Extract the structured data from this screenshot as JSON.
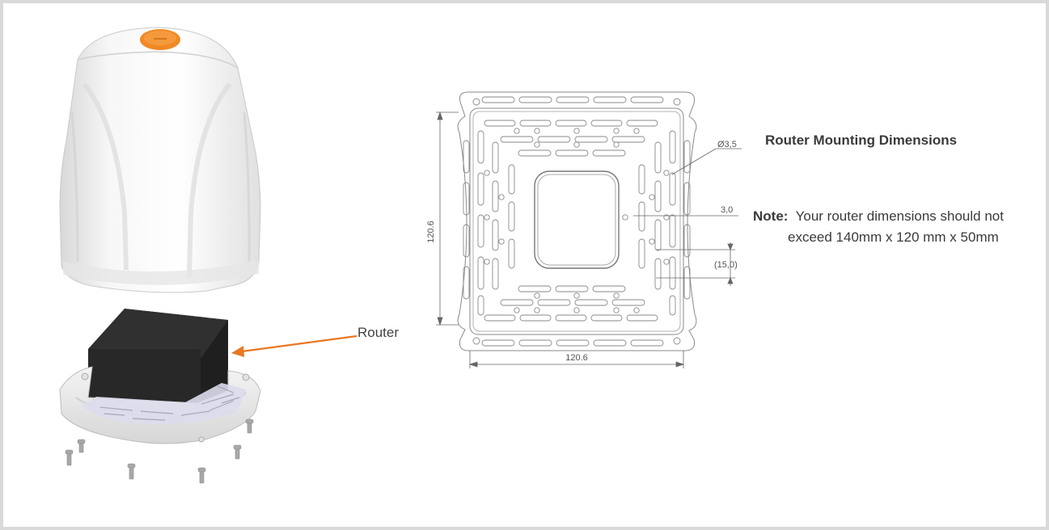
{
  "callouts": {
    "router_label": "Router"
  },
  "drawing": {
    "dim_height": "120.6",
    "dim_width": "120.6",
    "dim_hole_diameter": "Ø3,5",
    "dim_slot": "3,0",
    "dim_spacing": "(15,0)"
  },
  "info": {
    "title": "Router Mounting Dimensions",
    "note_label": "Note:",
    "note_line1": "Your router dimensions should not",
    "note_line2": "exceed 140mm x 120 mm x 50mm"
  },
  "colors": {
    "arrow": "#e87722",
    "router_box": "#2b2b2b",
    "logo_badge": "#f08a24",
    "enclosure": "#f2f2f2",
    "frame_border": "#d9d9d9"
  }
}
